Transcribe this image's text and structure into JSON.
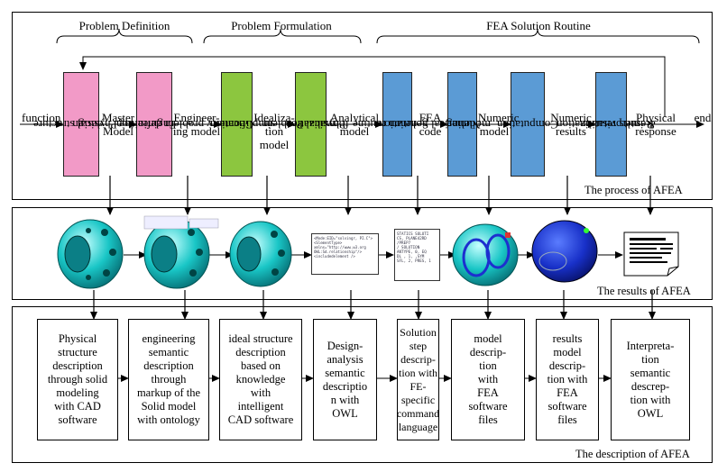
{
  "headers": [
    {
      "label": "Problem Definition"
    },
    {
      "label": "Problem Formulation"
    },
    {
      "label": "FEA Solution Routine"
    }
  ],
  "stages": [
    {
      "lines": [
        "Physical structure",
        "design"
      ],
      "color": "#f29ac7"
    },
    {
      "lines": [
        "Engineering",
        "problem definition"
      ],
      "color": "#f29ac7"
    },
    {
      "lines": [
        "Geometry",
        "simplification"
      ],
      "color": "#8cc63f"
    },
    {
      "lines": [
        "Physical Problem",
        "formalization"
      ],
      "color": "#8cc63f"
    },
    {
      "lines": [
        "Solution routine",
        "generation"
      ],
      "color": "#5b9bd5"
    },
    {
      "lines": [
        "Numerical",
        "modeling"
      ],
      "color": "#5b9bd5"
    },
    {
      "lines": [
        "Computation"
      ],
      "color": "#5b9bd5"
    },
    {
      "lines": [
        "Results visualization",
        "& interpretation"
      ],
      "color": "#5b9bd5"
    }
  ],
  "flow_labels": [
    {
      "text": "function"
    },
    {
      "text": "Master\nModel"
    },
    {
      "text": "Engineer-\ning model"
    },
    {
      "text": "Idealiza-\ntion\nmodel"
    },
    {
      "text": "Analytical\nmodel"
    },
    {
      "text": "FEA\ncode"
    },
    {
      "text": "Numeric\nmodel"
    },
    {
      "text": "Numeric\nresults"
    },
    {
      "text": "Physical\nresponse"
    },
    {
      "text": "end"
    }
  ],
  "panels": {
    "process": "The  process of AFEA",
    "results": "The results of AFEA",
    "description": "The description of AFEA"
  },
  "results_text": {
    "doc1": [
      "<Mode:EID=\"solvingr, PI.C\">",
      "<SlementType>",
      "xmlns=\"http://www.w3.org",
      "OWL:Sd.relationship\"/>",
      "<includedelement />"
    ],
    "doc2": [
      "STATICS SOLUTI",
      "CS, PLANE42RD",
      "/PREP7",
      "",
      "/ SOLUTION",
      "ANTYPE, 0, EQ",
      "DL , 1, ,SYM",
      "SFL, 2, PRES, 1"
    ]
  },
  "descriptions": [
    {
      "lines": [
        "Physical",
        "structure",
        "description",
        "through solid",
        "modeling",
        "with CAD",
        "software"
      ]
    },
    {
      "lines": [
        "engineering",
        "semantic",
        "description",
        "through",
        "markup of the",
        "Solid model",
        "with ontology"
      ]
    },
    {
      "lines": [
        "ideal structure",
        "description",
        "based on",
        "knowledge",
        "with",
        "intelligent",
        "CAD software"
      ]
    },
    {
      "lines": [
        "Design-",
        "analysis",
        "semantic",
        "descriptio",
        "n with",
        "OWL"
      ]
    },
    {
      "lines": [
        "Solution",
        "step",
        "descrip-",
        "tion with",
        "FE-",
        "specific",
        "command",
        "language"
      ]
    },
    {
      "lines": [
        "model",
        "descrip-",
        "tion",
        "with",
        "FEA",
        "software",
        "files"
      ]
    },
    {
      "lines": [
        "results",
        "model",
        "descrip-",
        "tion with",
        "FEA",
        "software",
        "files"
      ]
    },
    {
      "lines": [
        "Interpreta-",
        "tion",
        "semantic",
        "descrep-",
        "tion with",
        "OWL"
      ]
    }
  ]
}
